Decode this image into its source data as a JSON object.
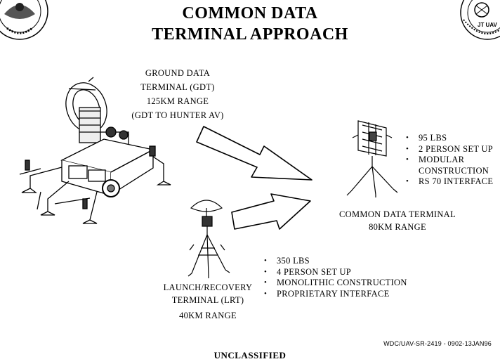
{
  "title": {
    "line1": "COMMON DATA",
    "line2": "TERMINAL APPROACH"
  },
  "logos": {
    "left_seal": "agency-seal",
    "right_seal_text": "JT UAV"
  },
  "gdt": {
    "name_line1": "GROUND DATA",
    "name_line2": "TERMINAL (GDT)",
    "range": "125KM RANGE",
    "note": "(GDT TO HUNTER AV)"
  },
  "cdt": {
    "bullets": [
      "95 LBS",
      "2 PERSON SET UP",
      "MODULAR CONSTRUCTION",
      "RS 70 INTERFACE"
    ],
    "name": "COMMON DATA TERMINAL",
    "range": "80KM RANGE"
  },
  "lrt": {
    "bullets": [
      "350 LBS",
      "4 PERSON SET UP",
      "MONOLITHIC CONSTRUCTION",
      "PROPRIETARY INTERFACE"
    ],
    "name_line1": "LAUNCH/RECOVERY",
    "name_line2": "TERMINAL (LRT)",
    "range": "40KM RANGE"
  },
  "footer": {
    "doc_code": "WDC/UAV-SR-2419 - 0902-13JAN96",
    "classification": "UNCLASSIFIED"
  }
}
